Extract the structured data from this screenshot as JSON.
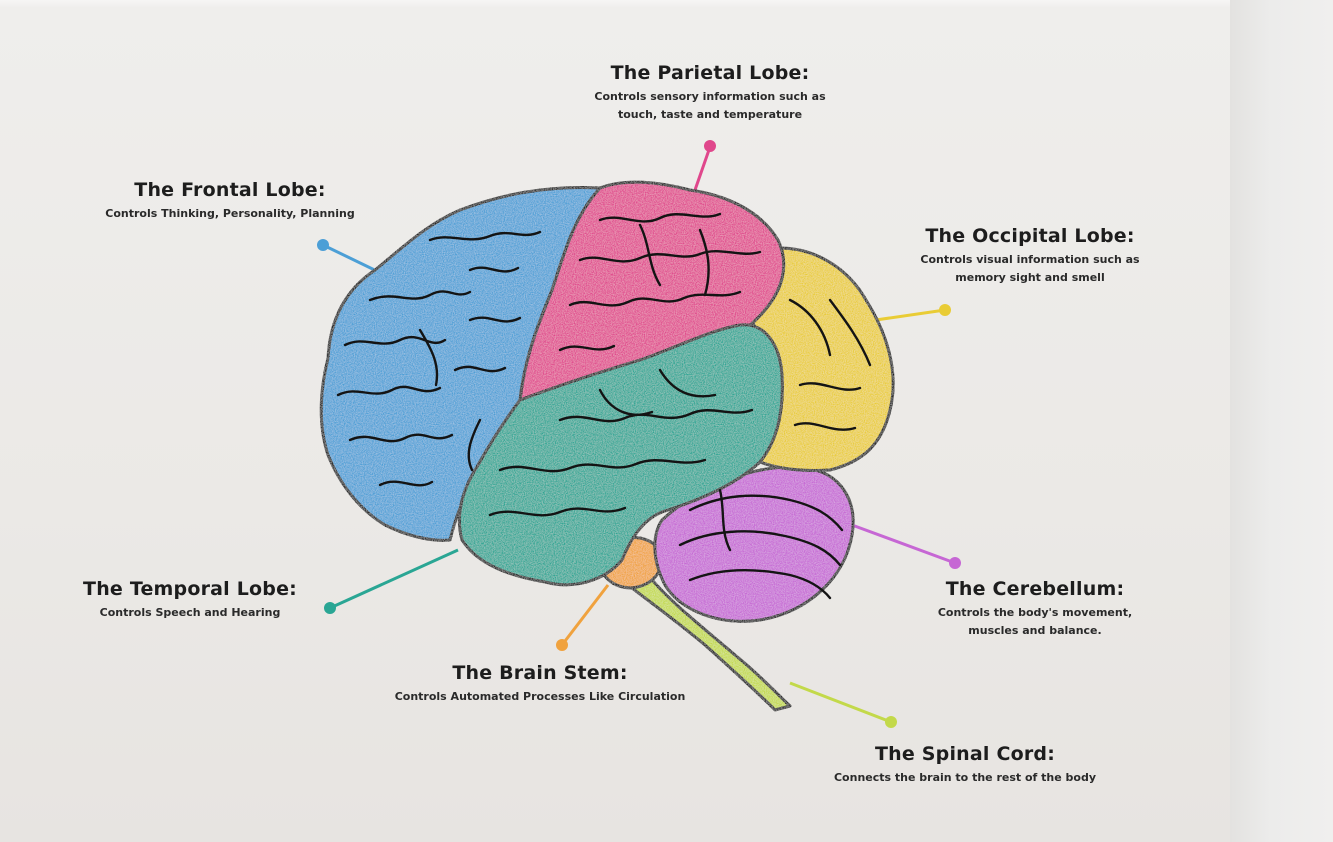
{
  "labels": {
    "parietal": {
      "title": "The Parietal Lobe:",
      "desc_line1": "Controls sensory information such as",
      "desc_line2": "touch, taste and temperature",
      "color": "#e0478c"
    },
    "frontal": {
      "title": "The Frontal Lobe:",
      "desc_line1": "Controls Thinking, Personality, Planning",
      "color": "#4c9fd6"
    },
    "occipital": {
      "title": "The Occipital Lobe:",
      "desc_line1": "Controls visual information such as",
      "desc_line2": "memory sight and smell",
      "color": "#e9cc35"
    },
    "temporal": {
      "title": "The Temporal Lobe:",
      "desc_line1": "Controls Speech and Hearing",
      "color": "#2aa694"
    },
    "cerebellum": {
      "title": "The Cerebellum:",
      "desc_line1": "Controls the body's movement,",
      "desc_line2": "muscles and balance.",
      "color": "#c667d4"
    },
    "brainstem": {
      "title": "The Brain Stem:",
      "desc_line1": "Controls Automated Processes Like Circulation",
      "color": "#f0a23e"
    },
    "spinalcord": {
      "title": "The Spinal Cord:",
      "desc_line1": "Connects the brain to the rest of the body",
      "color": "#c3d94a"
    }
  },
  "colors": {
    "outline": "#141414",
    "background": "#ebe9e6"
  }
}
